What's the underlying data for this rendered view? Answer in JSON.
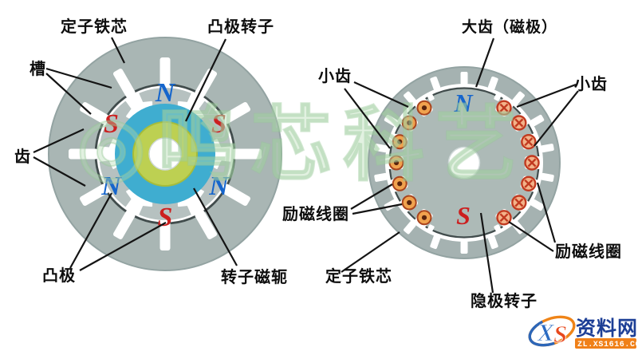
{
  "watermark": {
    "prefix": "◎",
    "text": "鸣芯科艺"
  },
  "left_diagram": {
    "labels": {
      "stator_core": "定子铁芯",
      "salient_rotor": "凸极转子",
      "slot": "槽",
      "tooth": "齿",
      "salient_pole": "凸极",
      "rotor_yoke": "转子磁轭"
    },
    "pole_letters": [
      {
        "position": "top",
        "label": "N"
      },
      {
        "position": "upper-left",
        "label": "S"
      },
      {
        "position": "upper-right",
        "label": "S"
      },
      {
        "position": "lower-left",
        "label": "N"
      },
      {
        "position": "lower-right",
        "label": "N"
      },
      {
        "position": "bottom",
        "label": "S"
      }
    ]
  },
  "right_diagram": {
    "labels": {
      "big_tooth": "大齿（磁极）",
      "small_tooth_left": "小齿",
      "small_tooth_right": "小齿",
      "excitation_coil_left": "励磁线圈",
      "excitation_coil_right": "励磁线圈",
      "stator_core": "定子铁芯",
      "hidden_rotor": "隐极转子"
    },
    "pole_letters": [
      {
        "position": "top",
        "label": "N"
      },
      {
        "position": "bottom",
        "label": "S"
      }
    ],
    "coil_symbols": {
      "left_type": "current-out-dot",
      "left_count": 7,
      "right_type": "current-in-cross",
      "right_count": 7
    }
  },
  "logo": {
    "x_letter": "X",
    "s_letter": "S",
    "site_name": "资料网",
    "site_url": "ZL.XS1616.COM"
  },
  "colors": {
    "stator_gray": "#a9b6b4",
    "pole_gray": "#b6c1c0",
    "rotor_blue": "#3fadd0",
    "hub_yellow": "#bdd052",
    "n_blue": "#1565cc",
    "s_red": "#cc1f1f",
    "coil_out_fill": "#f0a24e",
    "coil_in_fill": "#f3b289",
    "coil_stroke": "#b5301c",
    "watermark_green": "#a5d2a0",
    "logo_navy": "#1d3f96",
    "logo_orange": "#f08018"
  }
}
